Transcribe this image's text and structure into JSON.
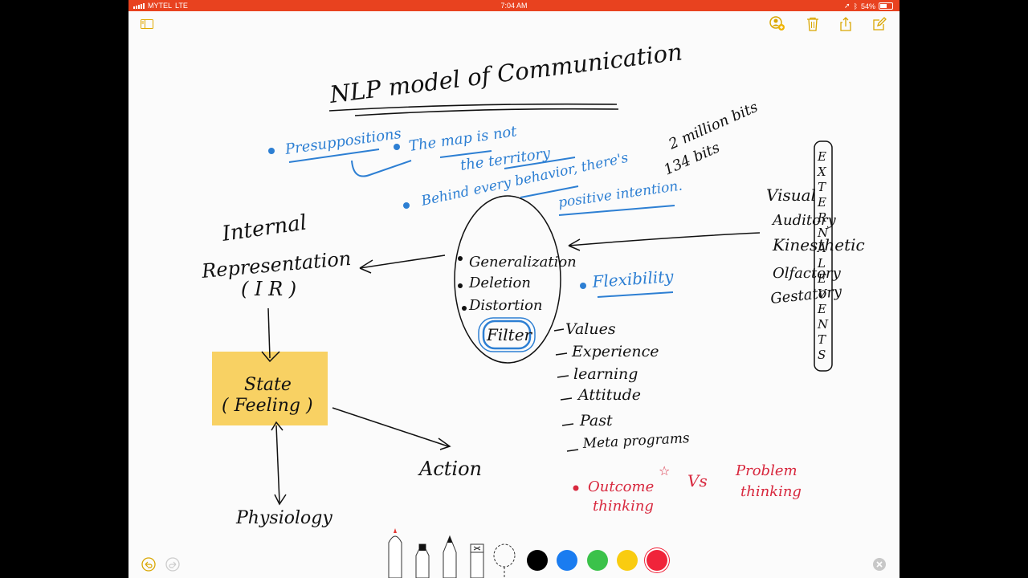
{
  "status": {
    "carrier": "MYTEL",
    "network": "LTE",
    "time": "7:04 AM",
    "battery": "54%"
  },
  "toolbar_icons": [
    "sidebar-icon",
    "add-person-icon",
    "trash-icon",
    "share-icon",
    "compose-icon"
  ],
  "note": {
    "title": "NLP model of Communication",
    "presuppositions": "Presuppositions",
    "map1": "The map is not",
    "map2": "the territory",
    "behind1": "Behind every behavior, there's",
    "behind2": "positive intention.",
    "million": "2 million bits",
    "bits134": "134 bits",
    "ir1": "Internal",
    "ir2": "Representation",
    "ir3": "( I R )",
    "gen": "Generalization",
    "deletion": "Deletion",
    "distortion": "Distortion",
    "filter": "Filter",
    "flexibility": "Flexibility",
    "senses": [
      "Visual",
      "Auditory",
      "Kinesthetic",
      "Olfactory",
      "Gestatory"
    ],
    "external": [
      "E",
      "X",
      "T",
      "E",
      "R",
      "N",
      "A",
      "L",
      "E",
      "V",
      "E",
      "N",
      "T",
      "S"
    ],
    "filters": [
      "Values",
      "Experience",
      "learning",
      "Attitude",
      "Past",
      "Meta programs"
    ],
    "state1": "State",
    "state2": "( Feeling )",
    "action": "Action",
    "physiology": "Physiology",
    "outcome1": "Outcome",
    "outcome2": "thinking",
    "vs": "Vs",
    "problem1": "Problem",
    "problem2": "thinking"
  },
  "colors": {
    "status_bar": "#e8421f",
    "ink_black": "#111111",
    "ink_blue": "#2d7fd3",
    "ink_red": "#d8283e",
    "highlight": "#f7c948",
    "palette": [
      "#000000",
      "#1a7cf0",
      "#3bc24a",
      "#f9cc10",
      "#f0243a"
    ]
  },
  "tools": [
    "pen-tool",
    "marker-tool",
    "pencil-tool",
    "eraser-tool",
    "lasso-tool"
  ]
}
